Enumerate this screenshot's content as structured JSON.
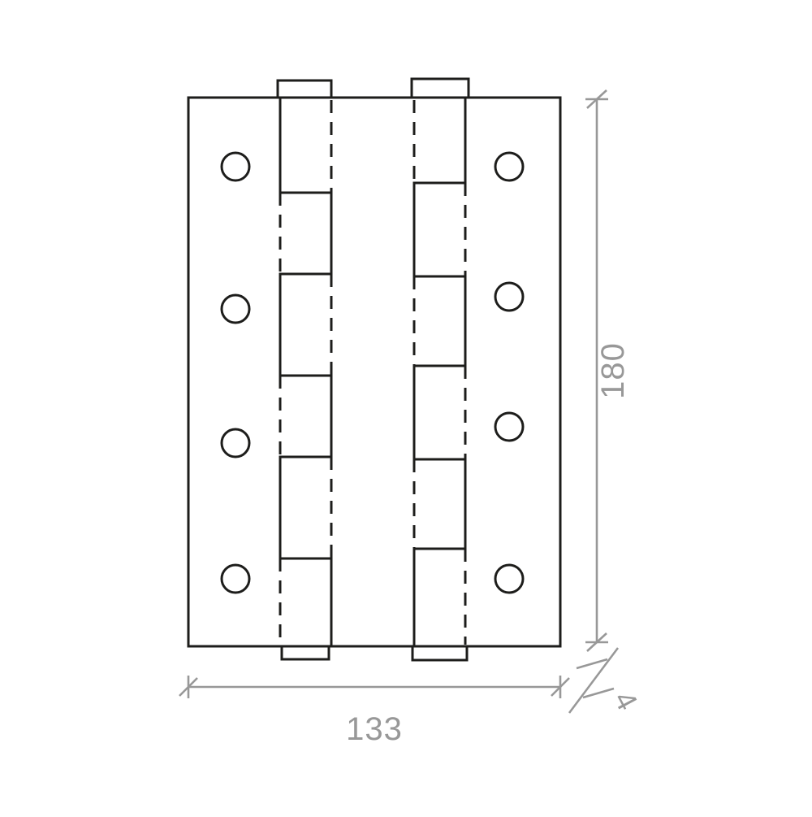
{
  "drawing": {
    "title": "hinge-technical-drawing",
    "subject": "double-action hinge, front elevation",
    "line_color": "#1d1d1b",
    "dimension_color": "#989898",
    "screw_hole_count": 8,
    "knuckle_columns": 2,
    "dimensions": {
      "height": {
        "label": "180"
      },
      "width": {
        "label": "133"
      },
      "thickness": {
        "label": "4"
      }
    }
  }
}
